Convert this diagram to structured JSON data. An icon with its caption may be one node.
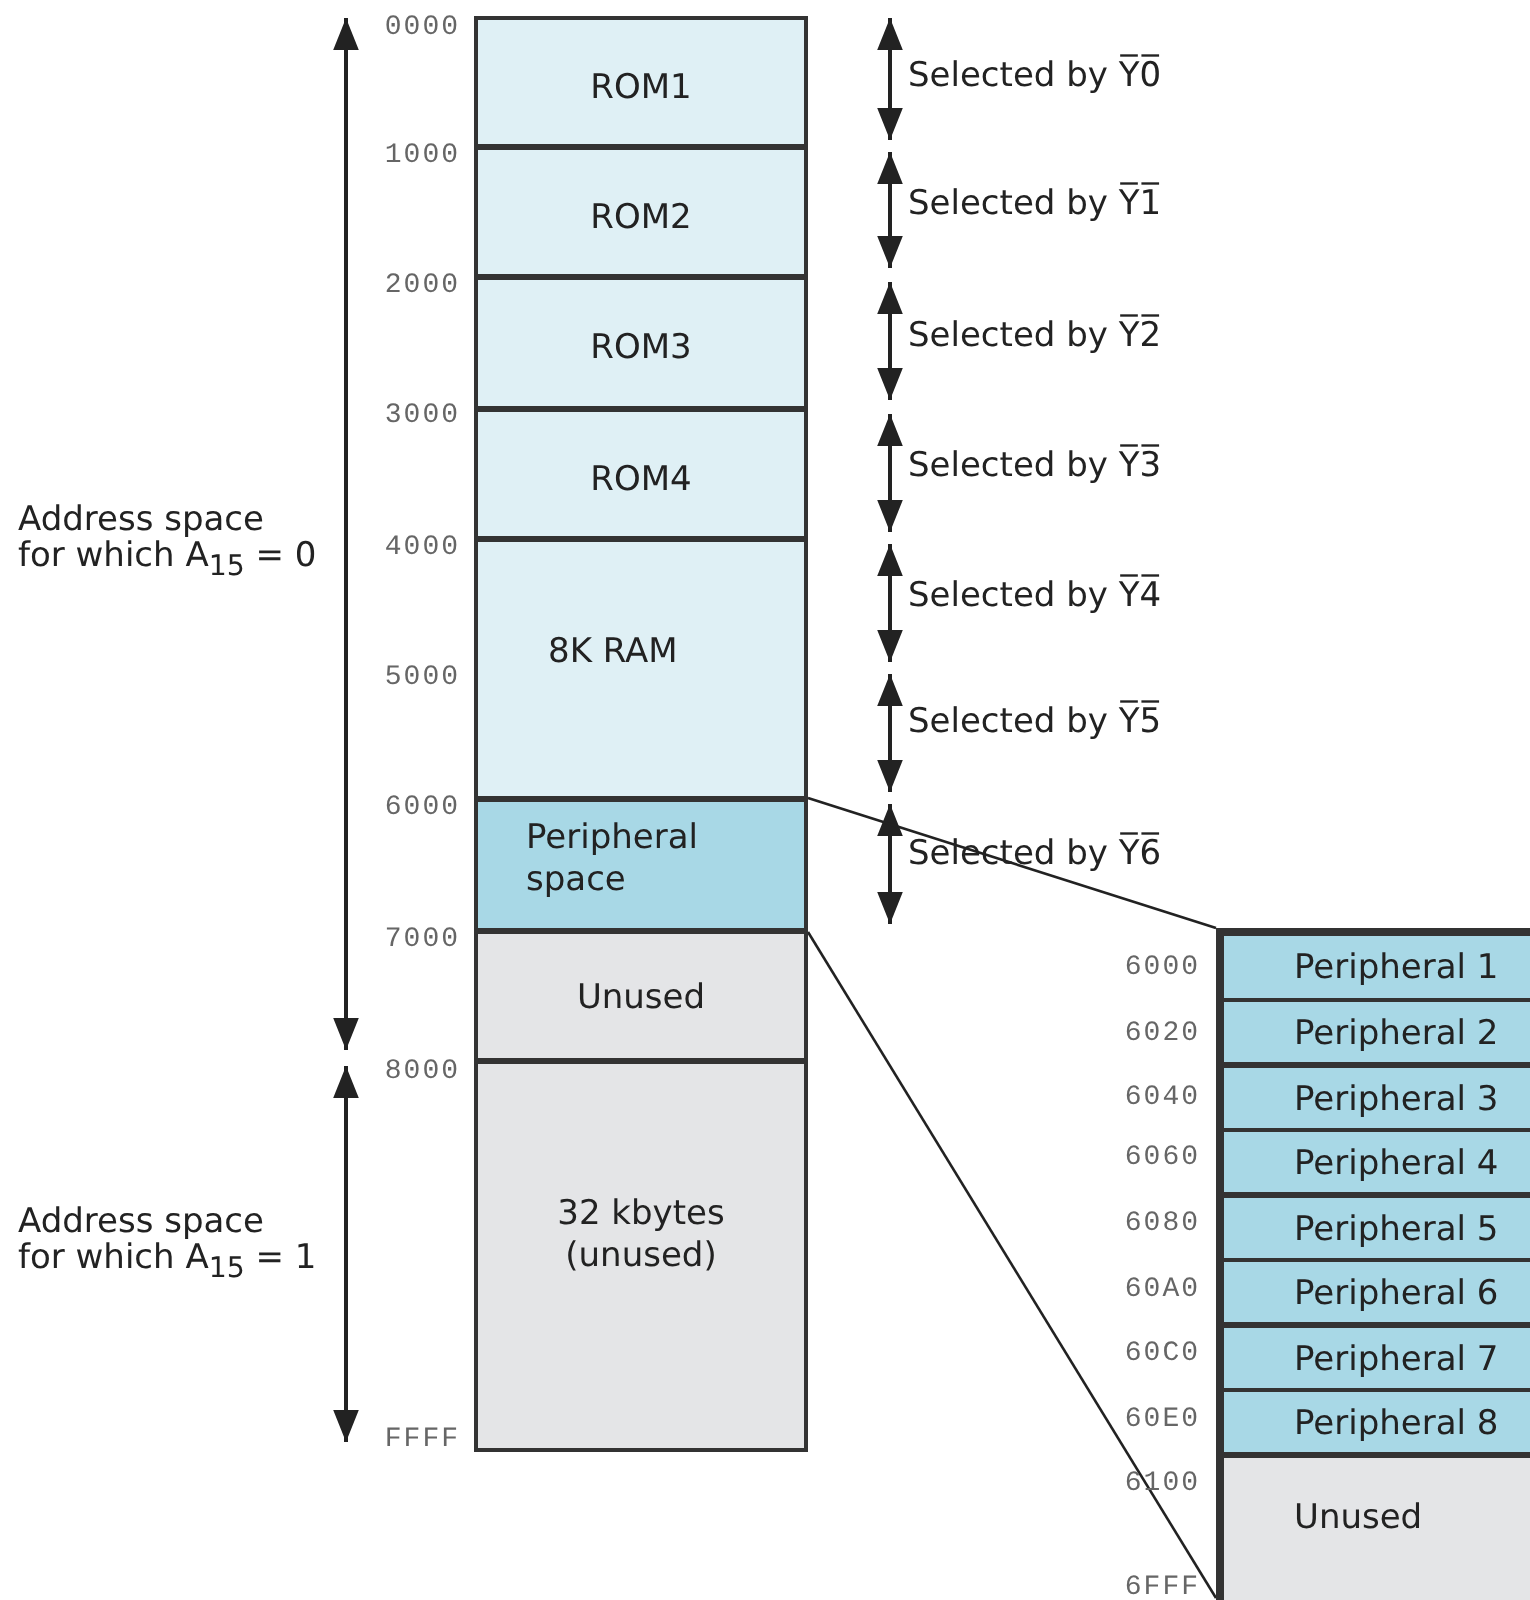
{
  "diagram": {
    "nodes": [
      {
        "text": [
          "ROM1"
        ]
      },
      {
        "text": [
          "ROM2"
        ]
      },
      {
        "text": [
          "ROM3"
        ]
      },
      {
        "text": [
          "ROM4"
        ]
      },
      {
        "text": [
          "8K RAM"
        ]
      },
      {
        "text": [
          "Peripheral space"
        ]
      },
      {
        "text": [
          "Unused"
        ]
      },
      {
        "text": [
          "32 kbytes (unused)"
        ]
      },
      {
        "text": [],
        "shape": "box"
      },
      {
        "text": [
          "Peripheral 1"
        ],
        "in": 8
      },
      {
        "text": [
          "Peripheral 2"
        ],
        "in": 8
      },
      {
        "text": [
          "Peripheral 3"
        ],
        "in": 8
      },
      {
        "text": [
          "Peripheral 4"
        ],
        "in": 8
      },
      {
        "text": [
          "Peripheral 5"
        ],
        "in": 8
      },
      {
        "text": [
          "Peripheral 6"
        ],
        "in": 8
      },
      {
        "text": [
          "Peripheral 7"
        ],
        "in": 8
      },
      {
        "text": [
          "Peripheral 8"
        ],
        "in": 8
      },
      {
        "text": [
          "Unused"
        ],
        "in": 8
      }
    ],
    "edges": [
      {
        "from": 5,
        "to": 8,
        "arrow": "none"
      },
      {
        "from": 5,
        "to": 8,
        "arrow": "none"
      }
    ],
    "labels": [
      "0000",
      "1000",
      "2000",
      "3000",
      "4000",
      "5000",
      "6000",
      "7000",
      "8000",
      "FFFF",
      "Selected by Y̅0̅",
      "Selected by Y̅1̅",
      "Selected by Y̅2̅",
      "Selected by Y̅3̅",
      "Selected by Y̅4̅",
      "Selected by Y̅5̅",
      "Selected by Y̅6̅",
      "Address space for which A$_{15}$ = 0",
      "Address space for which A$_{15}$ = 1",
      "6000",
      "6020",
      "6040",
      "6060",
      "6080",
      "60A0",
      "60C0",
      "60E0",
      "6100",
      "6FFF"
    ]
  }
}
